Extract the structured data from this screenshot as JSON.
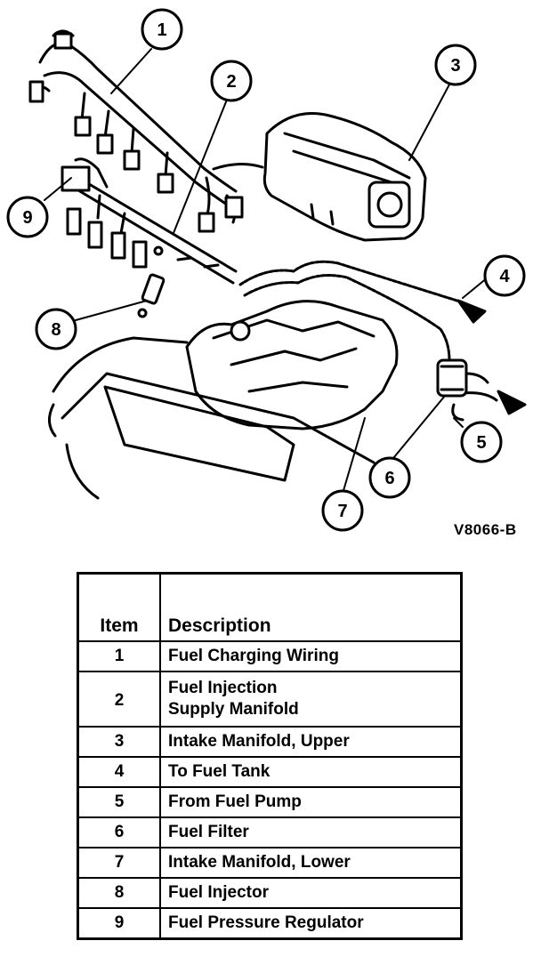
{
  "figure_code": "V8066-B",
  "callouts": [
    "1",
    "2",
    "3",
    "4",
    "5",
    "6",
    "7",
    "8",
    "9"
  ],
  "legend": {
    "header_item": "Item",
    "header_description": "Description",
    "rows": [
      {
        "item": "1",
        "description": "Fuel Charging Wiring"
      },
      {
        "item": "2",
        "description": "Fuel Injection Supply Manifold"
      },
      {
        "item": "3",
        "description": "Intake Manifold, Upper"
      },
      {
        "item": "4",
        "description": "To Fuel Tank"
      },
      {
        "item": "5",
        "description": "From Fuel Pump"
      },
      {
        "item": "6",
        "description": "Fuel Filter"
      },
      {
        "item": "7",
        "description": "Intake Manifold, Lower"
      },
      {
        "item": "8",
        "description": "Fuel Injector"
      },
      {
        "item": "9",
        "description": "Fuel Pressure Regulator"
      }
    ]
  }
}
